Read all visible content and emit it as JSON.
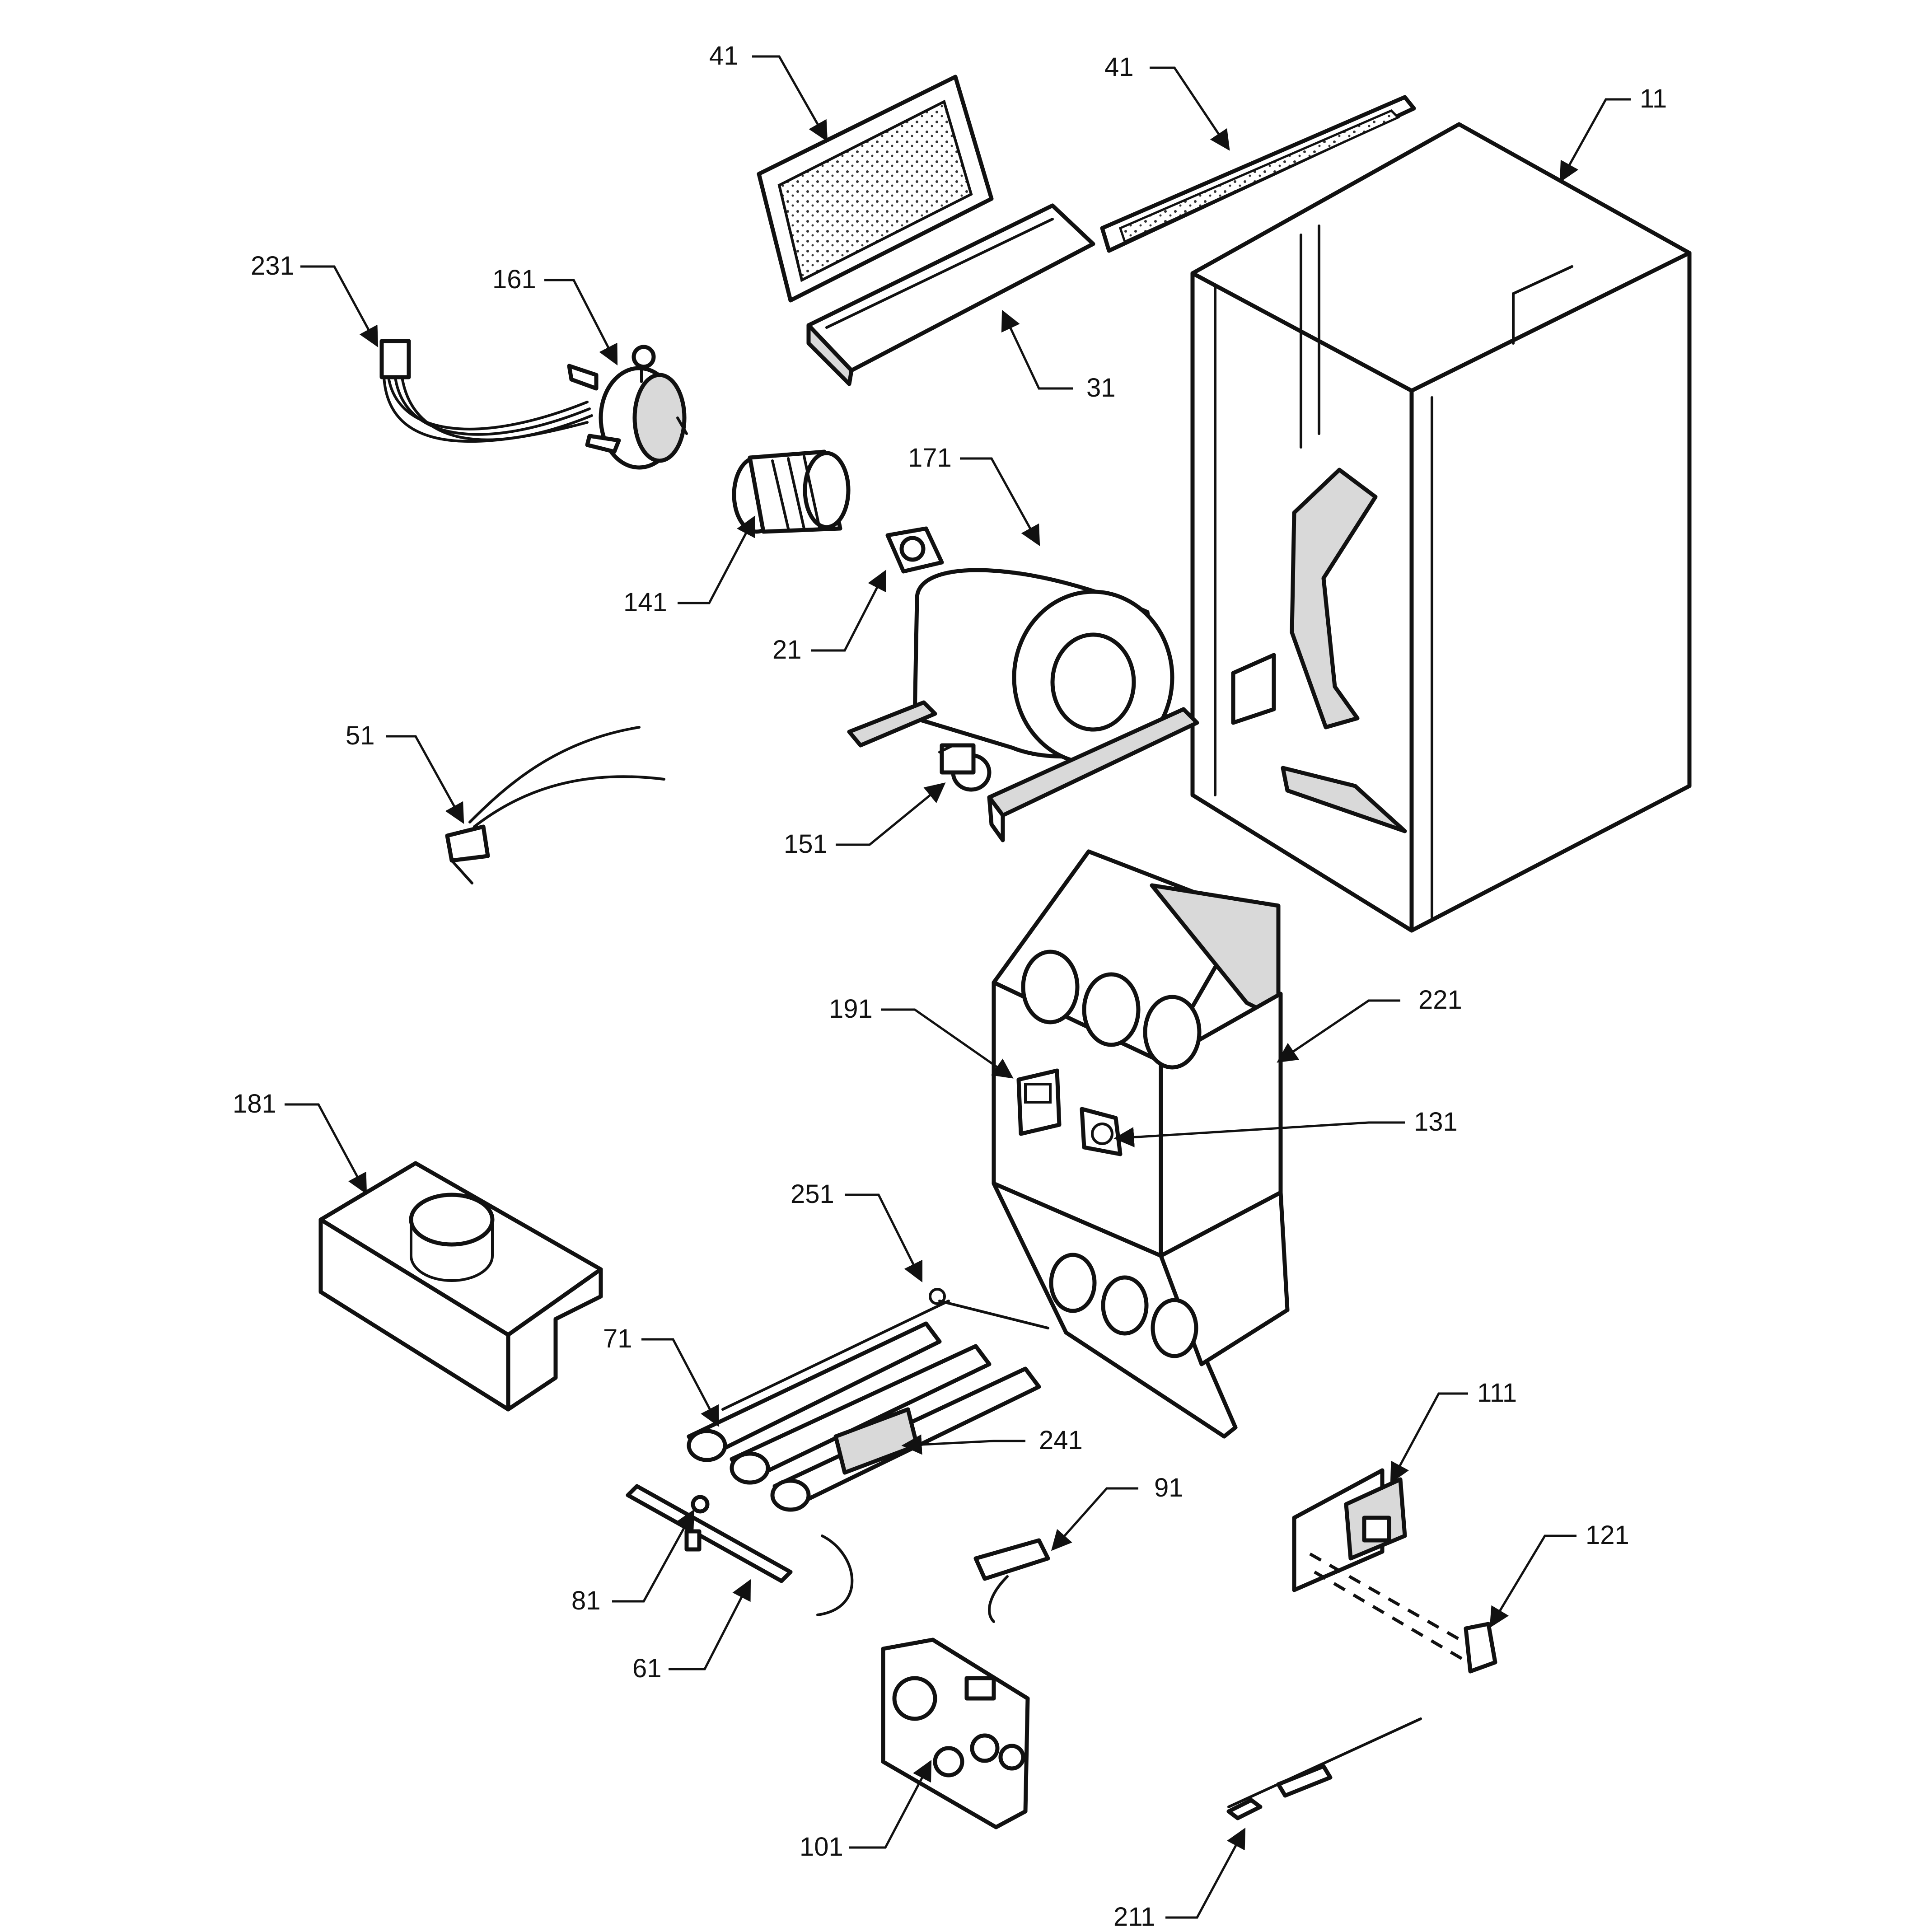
{
  "diagram": {
    "type": "exploded-parts-view",
    "callouts": [
      {
        "id": "c41a",
        "label": "41"
      },
      {
        "id": "c41b",
        "label": "41"
      },
      {
        "id": "c11",
        "label": "11"
      },
      {
        "id": "c231",
        "label": "231"
      },
      {
        "id": "c161",
        "label": "161"
      },
      {
        "id": "c31",
        "label": "31"
      },
      {
        "id": "c171",
        "label": "171"
      },
      {
        "id": "c141",
        "label": "141"
      },
      {
        "id": "c21",
        "label": "21"
      },
      {
        "id": "c51",
        "label": "51"
      },
      {
        "id": "c151",
        "label": "151"
      },
      {
        "id": "c191",
        "label": "191"
      },
      {
        "id": "c221",
        "label": "221"
      },
      {
        "id": "c131",
        "label": "131"
      },
      {
        "id": "c181",
        "label": "181"
      },
      {
        "id": "c251",
        "label": "251"
      },
      {
        "id": "c71",
        "label": "71"
      },
      {
        "id": "c241",
        "label": "241"
      },
      {
        "id": "c111",
        "label": "111"
      },
      {
        "id": "c91",
        "label": "91"
      },
      {
        "id": "c121",
        "label": "121"
      },
      {
        "id": "c81",
        "label": "81"
      },
      {
        "id": "c61",
        "label": "61"
      },
      {
        "id": "c101",
        "label": "101"
      },
      {
        "id": "c211",
        "label": "211"
      }
    ]
  }
}
